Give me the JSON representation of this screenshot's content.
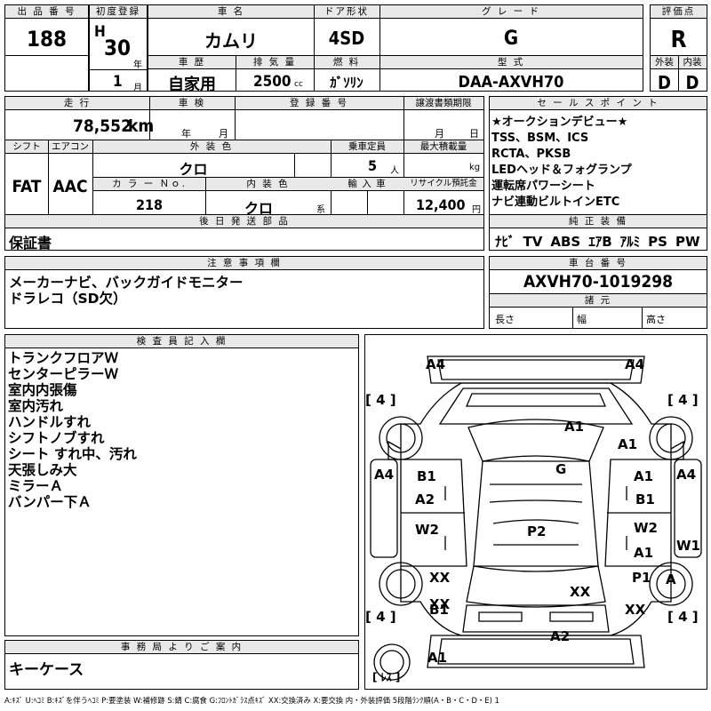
{
  "headers": {
    "lot_no": "出 品 番 号",
    "first_reg": "初度登録",
    "car_name": "車 名",
    "door": "ドア形状",
    "grade": "グ レ ー ド",
    "score": "評価点",
    "history": "車 歴",
    "displacement": "排 気 量",
    "fuel": "燃 料",
    "model_code": "型 式",
    "exterior": "外装",
    "interior": "内装",
    "mileage": "走 行",
    "inspection": "車 検",
    "reg_no": "登 録 番 号",
    "transfer": "譲渡書類期限",
    "shift": "シフト",
    "aircon": "エアコン",
    "ext_color": "外 装 色",
    "capacity": "乗車定員",
    "max_load": "最大積載量",
    "color_no": "カ ラ ー Ｎｏ.",
    "int_color": "内 装 色",
    "import": "輸 入 車",
    "recycle": "リサイクル預託金",
    "later_parts": "後 日 発 送 部 品",
    "sale_points": "セ ー ル ス ポ イ ン ト",
    "standard": "純 正 装 備",
    "notes": "注 意 事 項 欄",
    "chassis": "車 台 番 号",
    "specs": "諸 元",
    "inspector": "検 査 員 記 入 欄",
    "office": "事 務 局 よ り ご 案 内"
  },
  "vehicle": {
    "lot_no": "188",
    "era": "H",
    "year": "30",
    "year_unit": "年",
    "month": "1",
    "month_unit": "月",
    "car_name": "カムリ",
    "door": "4SD",
    "grade": "G",
    "score": "R",
    "history": "自家用",
    "displacement": "2500",
    "displacement_unit": "cc",
    "fuel": "ｶﾞｿﾘﾝ",
    "model_code": "DAA-AXVH70",
    "exterior_grade": "D",
    "interior_grade": "D",
    "mileage": "78,552",
    "mileage_unit": "km",
    "insp_year_unit": "年",
    "insp_month_unit": "月",
    "transfer_month_unit": "月",
    "transfer_day_unit": "日",
    "shift": "FAT",
    "aircon": "AAC",
    "ext_color": "クロ",
    "capacity": "5",
    "capacity_unit": "人",
    "max_load_unit": "kg",
    "color_no": "218",
    "int_color": "クロ",
    "int_color_unit": "系",
    "recycle": "12,400",
    "recycle_unit": "円",
    "chassis": "AXVH70-1019298",
    "spec_length": "長さ",
    "spec_width": "幅",
    "spec_height": "高さ"
  },
  "later_parts": "保証書",
  "sale_points": [
    "★オークションデビュー★",
    "TSS、BSM、ICS",
    "RCTA、PKSB",
    "LEDヘッド＆フォグランプ",
    "運転席パワーシート",
    "ナビ連動ビルトインETC"
  ],
  "standard_equipment": [
    "ﾅﾋﾞ",
    "TV",
    "ABS",
    "ｴｱB",
    "ｱﾙﾐ",
    "PS",
    "PW"
  ],
  "notes": [
    "メーカーナビ、バックガイドモニター",
    "ドラレコ（SD欠）"
  ],
  "inspector_notes": [
    "トランクフロアＷ",
    "センターピラーＷ",
    "室内内張傷",
    "室内汚れ",
    "ハンドルすれ",
    "シフトノブすれ",
    "シート すれ中、汚れ",
    "天張しみ大",
    "ミラーＡ",
    "バンパー下Ａ"
  ],
  "office_note": "キーケース",
  "diagram": {
    "tire_labels": [
      "[ 4 ]",
      "[ 4 ]",
      "[ 4 ]",
      "[ 4 ]"
    ],
    "spare_label": "[ ﾚｽ ]",
    "marks": [
      "A4",
      "A4",
      "A1",
      "A1",
      "G",
      "B1",
      "A2",
      "A4",
      "A1",
      "A4",
      "B1",
      "W2",
      "P2",
      "W2",
      "A1",
      "W1",
      "XX",
      "XX",
      "A",
      "XX",
      "P1",
      "B1",
      "XX",
      "A2",
      "A1"
    ]
  },
  "legend": "A:ｷｽﾞ  U:ﾍｺﾐ  B:ｷｽﾞを伴うﾍｺﾐ  P:要塗装  W:補修跡  S:錆  C:腐食  G:ﾌﾛﾝﾄｶﾞﾗｽ点ｷｽﾞ  XX:交換済み  X:要交換   内・外装評価  5段階ﾗﾝｸ順(A・B・C・D・E) 1"
}
